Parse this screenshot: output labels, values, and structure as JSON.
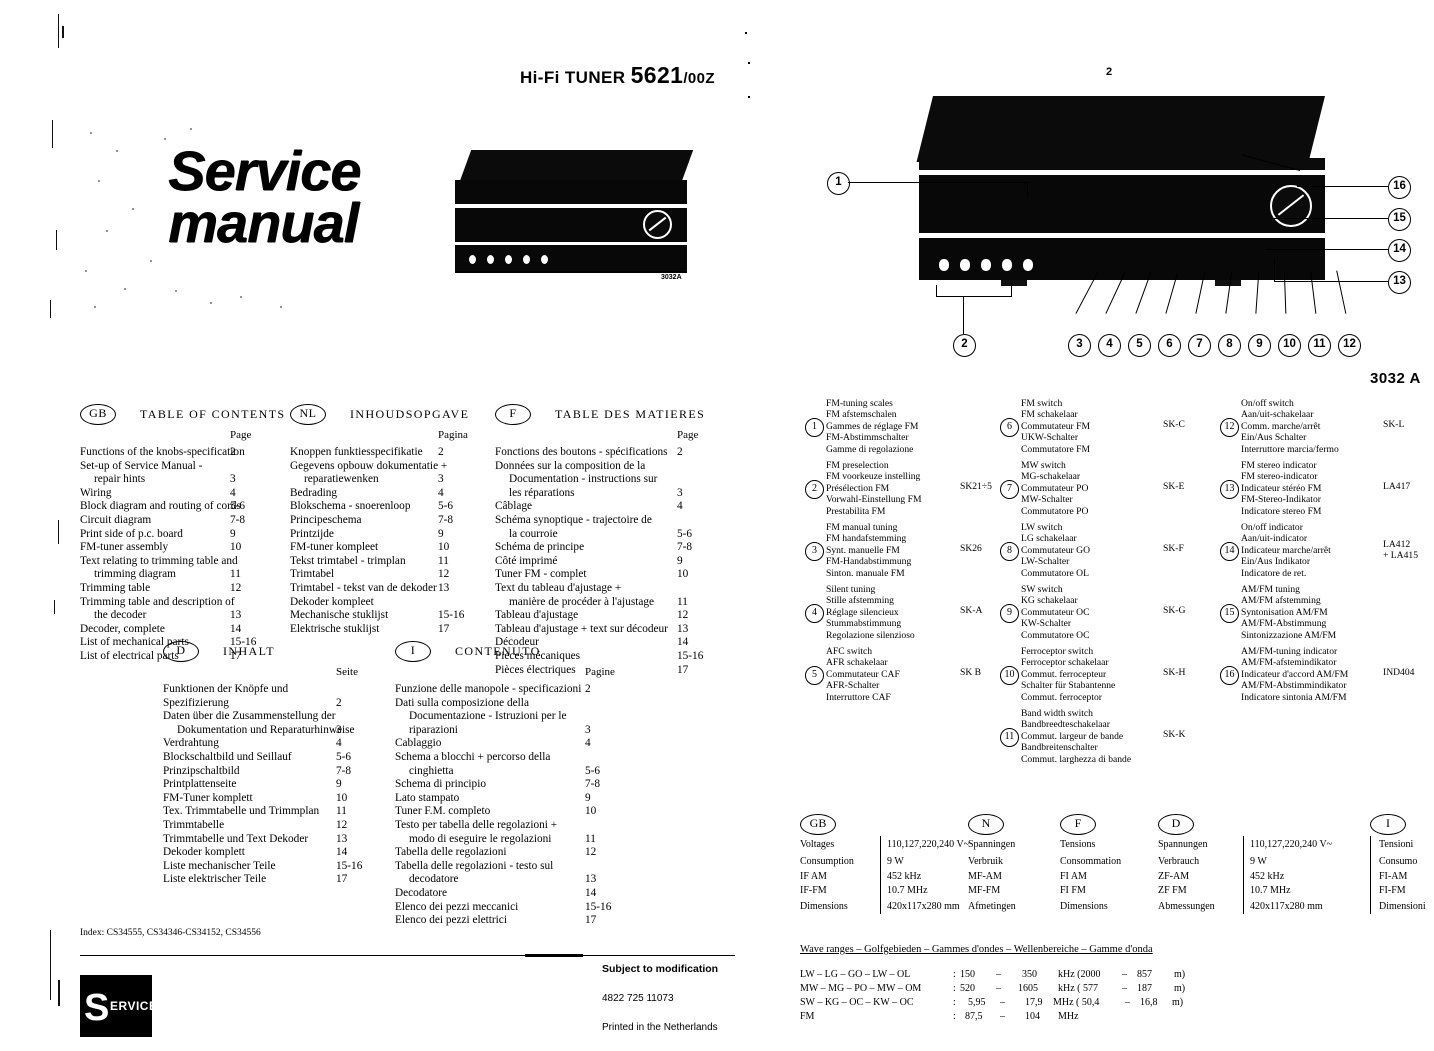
{
  "header": {
    "doc_title_prefix": "Hi-Fi TUNER",
    "model": "5621",
    "model_suffix": "/00Z",
    "service_manual_line1": "Service",
    "service_manual_line2": "manual",
    "product_photo_code": "3032A"
  },
  "toc": {
    "page_col_header_gb": "Page",
    "gb": {
      "badge": "GB",
      "heading": "TABLE OF CONTENTS",
      "page_header": "Page",
      "rows": [
        {
          "text": "Functions of the knobs-specification",
          "page": "2",
          "indent": false
        },
        {
          "text": "Set-up of Service Manual -",
          "page": "",
          "indent": false
        },
        {
          "text": "repair hints",
          "page": "3",
          "indent": true
        },
        {
          "text": "Wiring",
          "page": "4",
          "indent": false
        },
        {
          "text": "Block diagram and routing of cords",
          "page": "5-6",
          "indent": false
        },
        {
          "text": "Circuit diagram",
          "page": "7-8",
          "indent": false
        },
        {
          "text": "Print side of p.c. board",
          "page": "9",
          "indent": false
        },
        {
          "text": "FM-tuner assembly",
          "page": "10",
          "indent": false
        },
        {
          "text": "Text relating to trimming table and",
          "page": "",
          "indent": false
        },
        {
          "text": "trimming diagram",
          "page": "11",
          "indent": true
        },
        {
          "text": "Trimming table",
          "page": "12",
          "indent": false
        },
        {
          "text": "Trimming table and description of",
          "page": "",
          "indent": false
        },
        {
          "text": "the decoder",
          "page": "13",
          "indent": true
        },
        {
          "text": "Decoder, complete",
          "page": "14",
          "indent": false
        },
        {
          "text": "List of mechanical parts",
          "page": "15-16",
          "indent": false
        },
        {
          "text": "List of electrical parts",
          "page": "17",
          "indent": false
        }
      ]
    },
    "nl": {
      "badge": "NL",
      "heading": "INHOUDSOPGAVE",
      "page_header": "Pagina",
      "rows": [
        {
          "text": "Knoppen funktiesspecifikatie",
          "page": "2",
          "indent": false
        },
        {
          "text": "Gegevens opbouw dokumentatie +",
          "page": "",
          "indent": false
        },
        {
          "text": "reparatiewenken",
          "page": "3",
          "indent": true
        },
        {
          "text": "Bedrading",
          "page": "4",
          "indent": false
        },
        {
          "text": "Blokschema - snoerenloop",
          "page": "5-6",
          "indent": false
        },
        {
          "text": "Principeschema",
          "page": "7-8",
          "indent": false
        },
        {
          "text": "Printzijde",
          "page": "9",
          "indent": false
        },
        {
          "text": "FM-tuner kompleet",
          "page": "10",
          "indent": false
        },
        {
          "text": "Tekst trimtabel - trimplan",
          "page": "11",
          "indent": false
        },
        {
          "text": "Trimtabel",
          "page": "12",
          "indent": false
        },
        {
          "text": "Trimtabel - tekst van de dekoder",
          "page": "13",
          "indent": false
        },
        {
          "text": "Dekoder kompleet",
          "page": "",
          "indent": false
        },
        {
          "text": "Mechanische stuklijst",
          "page": "15-16",
          "indent": false
        },
        {
          "text": "Elektrische stuklijst",
          "page": "17",
          "indent": false
        }
      ]
    },
    "f": {
      "badge": "F",
      "heading": "TABLE DES MATIERES",
      "page_header": "Page",
      "rows": [
        {
          "text": "Fonctions des boutons - spécifications",
          "page": "2",
          "indent": false
        },
        {
          "text": "Données sur la composition de la",
          "page": "",
          "indent": false
        },
        {
          "text": "Documentation - instructions sur",
          "page": "",
          "indent": true
        },
        {
          "text": "les réparations",
          "page": "3",
          "indent": true
        },
        {
          "text": "Câblage",
          "page": "4",
          "indent": false
        },
        {
          "text": "Schéma synoptique - trajectoire de",
          "page": "",
          "indent": false
        },
        {
          "text": "la courroie",
          "page": "5-6",
          "indent": true
        },
        {
          "text": "Schéma de principe",
          "page": "7-8",
          "indent": false
        },
        {
          "text": "Côté imprimé",
          "page": "9",
          "indent": false
        },
        {
          "text": "Tuner FM - complet",
          "page": "10",
          "indent": false
        },
        {
          "text": "Text du tableau d'ajustage +",
          "page": "",
          "indent": false
        },
        {
          "text": "manière de procéder à l'ajustage",
          "page": "11",
          "indent": true
        },
        {
          "text": "Tableau d'ajustage",
          "page": "12",
          "indent": false
        },
        {
          "text": "Tableau d'ajustage + text sur décodeur",
          "page": "13",
          "indent": false
        },
        {
          "text": "Décodeur",
          "page": "14",
          "indent": false
        },
        {
          "text": "Pièces mécaniques",
          "page": "15-16",
          "indent": false
        },
        {
          "text": "Pièces électriques",
          "page": "17",
          "indent": false
        }
      ]
    },
    "d": {
      "badge": "D",
      "heading": "INHALT",
      "page_header": "Seite",
      "rows": [
        {
          "text": "Funktionen der Knöpfe und",
          "page": "",
          "indent": false
        },
        {
          "text": "Spezifizierung",
          "page": "2",
          "indent": false
        },
        {
          "text": "Daten über die Zusammenstellung der",
          "page": "",
          "indent": false
        },
        {
          "text": "Dokumentation und Reparaturhinweise",
          "page": "3",
          "indent": true
        },
        {
          "text": "Verdrahtung",
          "page": "4",
          "indent": false
        },
        {
          "text": "Blockschaltbild und Seillauf",
          "page": "5-6",
          "indent": false
        },
        {
          "text": "Prinzipschaltbild",
          "page": "7-8",
          "indent": false
        },
        {
          "text": "Printplattenseite",
          "page": "9",
          "indent": false
        },
        {
          "text": "FM-Tuner komplett",
          "page": "10",
          "indent": false
        },
        {
          "text": "Tex. Trimmtabelle und Trimmplan",
          "page": "11",
          "indent": false
        },
        {
          "text": "Trimmtabelle",
          "page": "12",
          "indent": false
        },
        {
          "text": "Trimmtabelle und Text Dekoder",
          "page": "13",
          "indent": false
        },
        {
          "text": "Dekoder komplett",
          "page": "14",
          "indent": false
        },
        {
          "text": "Liste mechanischer Teile",
          "page": "15-16",
          "indent": false
        },
        {
          "text": "Liste elektrischer Teile",
          "page": "17",
          "indent": false
        }
      ]
    },
    "i": {
      "badge": "I",
      "heading": "CONTENUTO",
      "page_header": "Pagine",
      "rows": [
        {
          "text": "Funzione delle manopole - specificazioni",
          "page": "2",
          "indent": false
        },
        {
          "text": "Dati sulla composizione della",
          "page": "",
          "indent": false
        },
        {
          "text": "Documentazione - Istruzioni per le",
          "page": "",
          "indent": true
        },
        {
          "text": "riparazioni",
          "page": "3",
          "indent": true
        },
        {
          "text": "Cablaggio",
          "page": "4",
          "indent": false
        },
        {
          "text": "Schema a blocchi + percorso della",
          "page": "",
          "indent": false
        },
        {
          "text": "cinghietta",
          "page": "5-6",
          "indent": true
        },
        {
          "text": "Schema di principio",
          "page": "7-8",
          "indent": false
        },
        {
          "text": "Lato stampato",
          "page": "9",
          "indent": false
        },
        {
          "text": "Tuner F.M. completo",
          "page": "10",
          "indent": false
        },
        {
          "text": "Testo per tabella delle regolazioni +",
          "page": "",
          "indent": false
        },
        {
          "text": "modo di eseguire le regolazioni",
          "page": "11",
          "indent": true
        },
        {
          "text": "Tabella delle regolazioni",
          "page": "12",
          "indent": false
        },
        {
          "text": "Tabella delle regolazioni - testo sul",
          "page": "",
          "indent": false
        },
        {
          "text": "decodatore",
          "page": "13",
          "indent": true
        },
        {
          "text": "Decodatore",
          "page": "14",
          "indent": false
        },
        {
          "text": "Elenco dei pezzi meccanici",
          "page": "15-16",
          "indent": false
        },
        {
          "text": "Elenco dei pezzi elettrici",
          "page": "17",
          "indent": false
        }
      ]
    }
  },
  "diagram": {
    "page_number": "2",
    "figure_code": "3032 A",
    "callouts_left": [
      "1"
    ],
    "callouts_right": [
      "16",
      "15",
      "14",
      "13"
    ],
    "callouts_bottom_group": [
      "2"
    ],
    "callouts_bottom": [
      "3",
      "4",
      "5",
      "6",
      "7",
      "8",
      "9",
      "10",
      "11",
      "12"
    ]
  },
  "legend": {
    "column1": [
      {
        "num": "1",
        "lines": [
          "FM-tuning scales",
          "FM afstemschalen",
          "Gammes de réglage FM",
          "FM-Abstimmschalter",
          "Gamme di regolazione"
        ],
        "code": ""
      },
      {
        "num": "2",
        "lines": [
          "FM preselection",
          "FM voorkeuze instelling",
          "Présélection FM",
          "Vorwahl-Einstellung FM",
          "Prestabilita FM"
        ],
        "code": "SK21÷5"
      },
      {
        "num": "3",
        "lines": [
          "FM manual tuning",
          "FM handafstemming",
          "Synt. manuelle FM",
          "FM-Handabstimmung",
          "Sinton. manuale FM"
        ],
        "code": "SK26"
      },
      {
        "num": "4",
        "lines": [
          "Silent tuning",
          "Stille afstemming",
          "Réglage silencieux",
          "Stummabstimmung",
          "Regolazione silenzioso"
        ],
        "code": "SK-A"
      },
      {
        "num": "5",
        "lines": [
          "AFC switch",
          "AFR schakelaar",
          "Commutateur CAF",
          "AFR-Schalter",
          "Interruttore CAF"
        ],
        "code": "SK B"
      }
    ],
    "column2": [
      {
        "num": "6",
        "lines": [
          "FM switch",
          "FM schakelaar",
          "Commutateur FM",
          "UKW-Schalter",
          "Commutatore FM"
        ],
        "code": "SK-C"
      },
      {
        "num": "7",
        "lines": [
          "MW switch",
          "MG-schakelaar",
          "Commutateur PO",
          "MW-Schalter",
          "Commutatore PO"
        ],
        "code": "SK-E"
      },
      {
        "num": "8",
        "lines": [
          "LW switch",
          "LG schakelaar",
          "Commutateur GO",
          "LW-Schalter",
          "Commutatore OL"
        ],
        "code": "SK-F"
      },
      {
        "num": "9",
        "lines": [
          "SW switch",
          "KG schakelaar",
          "Commutateur OC",
          "KW-Schalter",
          "Commutatore OC"
        ],
        "code": "SK-G"
      },
      {
        "num": "10",
        "lines": [
          "Ferroceptor switch",
          "Ferroceptor schakelaar",
          "Commut. ferrocepteur",
          "Schalter für Stabantenne",
          "Commut. ferroceptor"
        ],
        "code": "SK-H"
      },
      {
        "num": "11",
        "lines": [
          "Band width switch",
          "Bandbreedteschakelaar",
          "Commut. largeur de bande",
          "Bandbreitenschalter",
          "Commut. larghezza di bande"
        ],
        "code": "SK-K"
      }
    ],
    "column3": [
      {
        "num": "12",
        "lines": [
          "On/off switch",
          "Aan/uit-schakelaar",
          "Comm. marche/arrêt",
          "Ein/Aus Schalter",
          "Interruttore marcia/fermo"
        ],
        "code": "SK-L"
      },
      {
        "num": "13",
        "lines": [
          "FM stereo indicator",
          "FM stereo-indicator",
          "Indicateur stéréo FM",
          "FM-Stereo-Indikator",
          "Indicatore stereo FM"
        ],
        "code": "LA417"
      },
      {
        "num": "14",
        "lines": [
          "On/off indicator",
          "Aan/uit-indicator",
          "Indicateur marche/arrêt",
          "Ein/Aus Indikator",
          "Indicatore de ret."
        ],
        "code": "LA412\n+ LA415"
      },
      {
        "num": "15",
        "lines": [
          "AM/FM tuning",
          "AM/FM afstemming",
          "Syntonisation AM/FM",
          "AM/FM-Abstimmung",
          "Sintonizzazione AM/FM"
        ],
        "code": ""
      },
      {
        "num": "16",
        "lines": [
          "AM/FM-tuning indicator",
          "AM/FM-afstemindikator",
          "Indicateur d'accord AM/FM",
          "AM/FM-Abstimmindikator",
          "Indicatore sintonia AM/FM"
        ],
        "code": "IND404"
      }
    ]
  },
  "specs": {
    "gb": {
      "badge": "GB",
      "labels": [
        "Voltages",
        "Consumption",
        "IF AM",
        "IF-FM",
        "Dimensions"
      ],
      "values": [
        "110,127,220,240 V~",
        "9 W",
        "452 kHz",
        "10.7 MHz",
        "420x117x280 mm"
      ]
    },
    "nl": {
      "badge": "N",
      "labels": [
        "Spanningen",
        "Verbruik",
        "MF-AM",
        "MF-FM",
        "Afmetingen"
      ]
    },
    "f": {
      "badge": "F",
      "labels": [
        "Tensions",
        "Consommation",
        "FI AM",
        "FI FM",
        "Dimensions"
      ]
    },
    "d": {
      "badge": "D",
      "labels": [
        "Spannungen",
        "Verbrauch",
        "ZF-AM",
        "ZF FM",
        "Abmessungen"
      ],
      "values": [
        "110,127,220,240 V~",
        "9 W",
        "452 kHz",
        "10.7 MHz",
        "420x117x280 mm"
      ]
    },
    "i": {
      "badge": "I",
      "labels": [
        "Tensioni",
        "Consumo",
        "FI-AM",
        "FI-FM",
        "Dimensioni"
      ]
    }
  },
  "wave_ranges": {
    "heading": "Wave ranges – Golfgebieden – Gammes d'ondes – Wellenbereiche – Gamme d'onda",
    "rows": [
      {
        "bands": "LW – LG – GO – LW – OL",
        "colon": ":",
        "from": "150",
        "dash": "–",
        "to": "350",
        "unit": "kHz (2000",
        "dash2": "–",
        "to2": "857",
        "unit2": "m)"
      },
      {
        "bands": "MW – MG – PO – MW – OM",
        "colon": ":",
        "from": "520",
        "dash": "–",
        "to": "1605",
        "unit": "kHz ( 577",
        "dash2": "–",
        "to2": "187",
        "unit2": "m)"
      },
      {
        "bands": "SW – KG – OC – KW – OC",
        "colon": ":",
        "from": "5,95",
        "dash": "–",
        "to": "17,9",
        "unit": "MHz (  50,4",
        "dash2": "–",
        "to2": "16,8",
        "unit2": "m)"
      },
      {
        "bands": "FM",
        "colon": ":",
        "from": "87,5",
        "dash": "–",
        "to": "104",
        "unit": "MHz",
        "dash2": "",
        "to2": "",
        "unit2": ""
      }
    ]
  },
  "footer": {
    "index_line": "Index: CS34555, CS34346-CS34152, CS34556",
    "service_logo_letter": "S",
    "service_logo_word": "ERVICE",
    "subject_to_modification": "Subject to modification",
    "doc_number": "4822 725 11073",
    "printed_in": "Printed in the Netherlands"
  }
}
